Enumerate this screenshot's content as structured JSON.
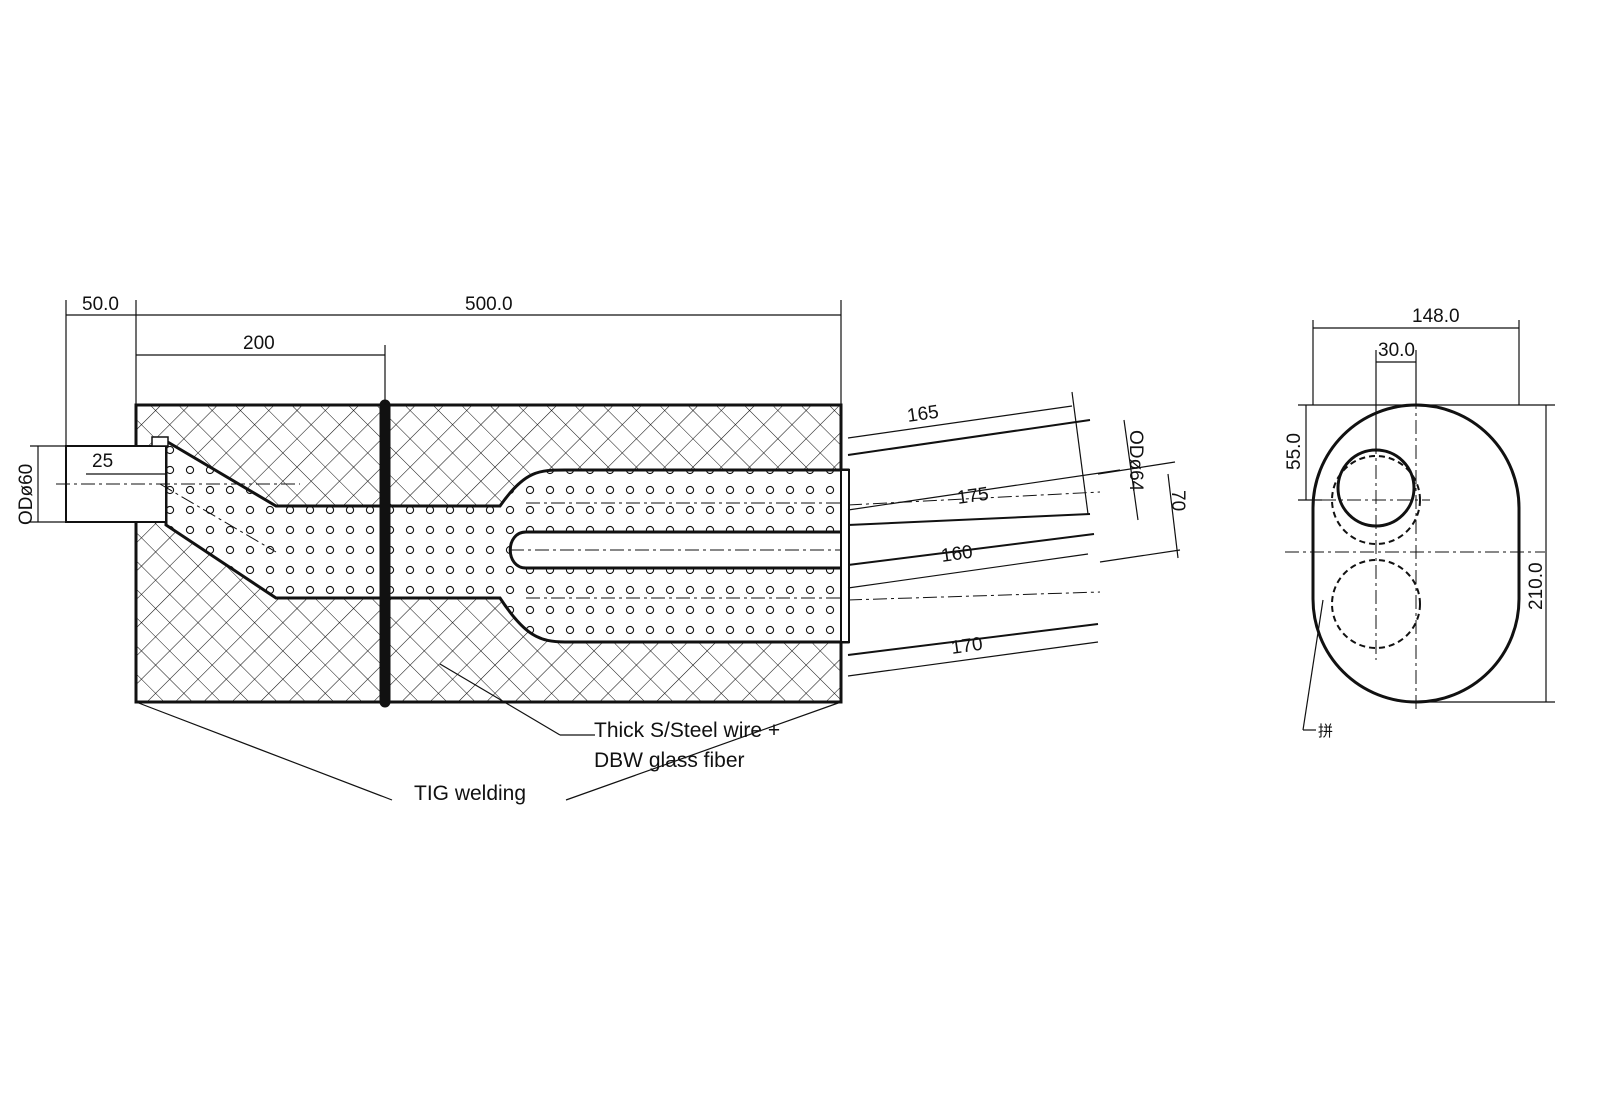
{
  "drawing": {
    "side_view": {
      "dimensions": {
        "inlet_length": "50.0",
        "body_length": "500.0",
        "baffle_position": "200",
        "inlet_insert": "25",
        "inlet_diameter": "ODø60",
        "outlet_top_outer": "165",
        "outlet_top_inner": "175",
        "outlet_bottom_inner": "160",
        "outlet_bottom_outer": "170",
        "outlet_diameter": "ODø64",
        "outlet_spacing": "70"
      },
      "annotations": {
        "packing_line1": "Thick S/Steel wire +",
        "packing_line2": "DBW glass fiber",
        "welding": "TIG welding"
      }
    },
    "end_view": {
      "dimensions": {
        "width": "148.0",
        "outlet_offset": "30.0",
        "outlet_height": "55.0",
        "height": "210.0"
      },
      "annotations": {
        "seam": "拼"
      }
    }
  }
}
